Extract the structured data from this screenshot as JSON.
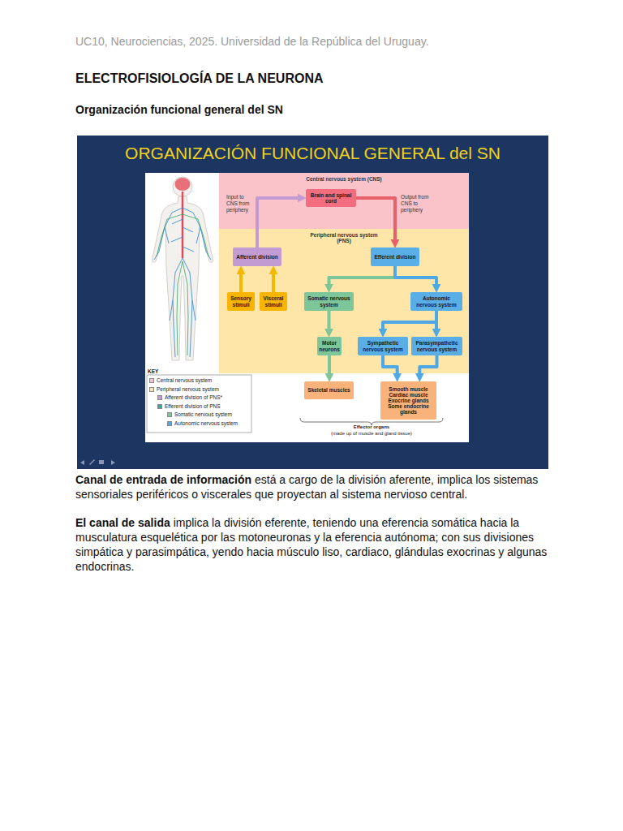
{
  "diagram": {
    "title": "ELECTROFISIOLOGÍA DE LA NEURONA",
    "nodes": [
      {
        "text": [
          "Central nervous system (CNS)"
        ]
      },
      {
        "text": [
          "Brain and spinal cord"
        ],
        "in": 0
      },
      {
        "text": [
          "Peripheral nervous system (PNS)"
        ]
      },
      {
        "text": [
          "Afferent division"
        ],
        "in": 2
      },
      {
        "text": [
          "Efferent division"
        ],
        "in": 2
      },
      {
        "text": [
          "Sensory stimuli"
        ],
        "in": 2
      },
      {
        "text": [
          "Visceral stimuli"
        ],
        "in": 2
      },
      {
        "text": [
          "Somatic nervous system"
        ],
        "in": 2
      },
      {
        "text": [
          "Autonomic nervous system"
        ],
        "in": 2
      },
      {
        "text": [
          "Motor neurons"
        ],
        "in": 2
      },
      {
        "text": [
          "Sympathetic nervous system"
        ],
        "in": 2
      },
      {
        "text": [
          "Parasympathetic nervous system"
        ],
        "in": 2
      },
      {
        "text": [
          "Skeletal muscles"
        ]
      },
      {
        "text": [
          "Smooth muscle",
          "Cardiac muscle",
          "Exocrine glands",
          "Some endocrine glands"
        ]
      }
    ],
    "edges": [
      {
        "from": 3,
        "to": 1,
        "arrow": "to"
      },
      {
        "from": 1,
        "to": 4,
        "arrow": "to"
      },
      {
        "from": 5,
        "to": 3,
        "arrow": "to"
      },
      {
        "from": 6,
        "to": 3,
        "arrow": "to"
      },
      {
        "from": 4,
        "to": 7,
        "arrow": "to"
      },
      {
        "from": 4,
        "to": 8,
        "arrow": "to"
      },
      {
        "from": 7,
        "to": 9,
        "arrow": "to"
      },
      {
        "from": 9,
        "to": 12,
        "arrow": "to"
      },
      {
        "from": 8,
        "to": 10,
        "arrow": "to"
      },
      {
        "from": 8,
        "to": 11,
        "arrow": "to"
      },
      {
        "from": 10,
        "to": 13,
        "arrow": "to"
      },
      {
        "from": 11,
        "to": 13,
        "arrow": "to"
      }
    ],
    "labels": [
      "UC10, Neurociencias, 2025. Universidad de la República del Uruguay.",
      "Organización funcional general del SN",
      "ORGANIZACIÓN FUNCIONAL GENERAL del SN",
      "Input to CNS from periphery",
      "Output from CNS to periphery",
      "KEY",
      "Effector organs",
      "(made up of muscle and gland tissue)",
      "Canal de entrada de información",
      "está a cargo de la división aferente, implica los sistemas sensoriales periféricos o viscerales que proyectan al sistema nervioso central.",
      "El canal de salida",
      "implica la división eferente, teniendo una eferencia somática hacia la musculatura esquelética por las motoneuronas y la eferencia autónoma; con sus divisiones simpática y parasimpática, yendo hacia músculo liso, cardiaco, glándulas exocrinas y algunas endocrinas."
    ],
    "legend": [
      {
        "text": "Central nervous system",
        "color": "#f9c3c9"
      },
      {
        "text": "Peripheral nervous system",
        "color": "#fde6a8"
      },
      {
        "text": "Afferent division of PNS*",
        "color": "#c39bd3"
      },
      {
        "text": "Efferent division of PNS",
        "color": "#3fa5a0"
      },
      {
        "text": "Somatic nervous system",
        "color": "#7cc69a"
      },
      {
        "text": "Autonomic nervous system",
        "color": "#4fa8e6"
      }
    ]
  }
}
